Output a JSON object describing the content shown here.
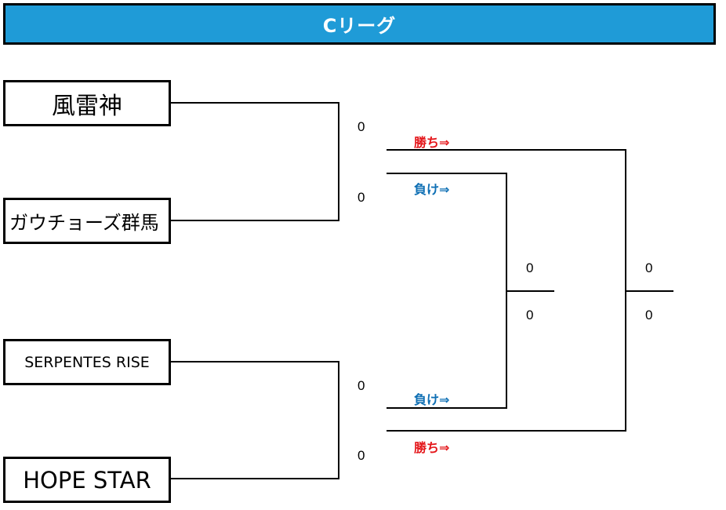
{
  "header": {
    "title": "Cリーグ"
  },
  "teams": [
    {
      "name": "風雷神"
    },
    {
      "name": "ガウチョーズ群馬"
    },
    {
      "name": "SERPENTES RISE"
    },
    {
      "name": "HOPE STAR"
    }
  ],
  "semifinals": [
    {
      "score_top": "0",
      "score_bottom": "0",
      "win_label": "勝ち⇒",
      "lose_label": "負け⇒"
    },
    {
      "score_top": "0",
      "score_bottom": "0",
      "win_label": "勝ち⇒",
      "lose_label": "負け⇒"
    }
  ],
  "losers_match": {
    "score_top": "0",
    "score_bottom": "0"
  },
  "winners_match": {
    "score_top": "0",
    "score_bottom": "0"
  },
  "colors": {
    "header_bg": "#1f9bd7",
    "win": "#e4161a",
    "lose": "#0e6fb4"
  }
}
